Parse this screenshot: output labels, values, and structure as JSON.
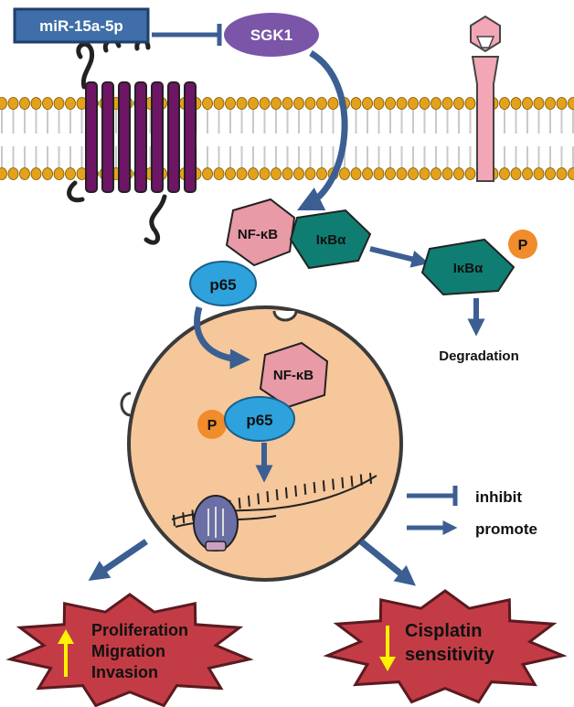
{
  "labels": {
    "mirna": "miR-15a-5p",
    "sgk1": "SGK1",
    "nfkb_top": "NF-κB",
    "ikba_top": "IκBα",
    "p65_top": "p65",
    "ikba_right": "IκBα",
    "p_right": "P",
    "degradation": "Degradation",
    "nfkb_nucleus": "NF-κB",
    "p_nucleus": "P",
    "p65_nucleus": "p65"
  },
  "legend": {
    "inhibit": "inhibit",
    "promote": "promote"
  },
  "outcomes": {
    "left": [
      "Proliferation",
      "Migration",
      "Invasion"
    ],
    "right": [
      "Cisplatin",
      "sensitivity"
    ]
  },
  "colors": {
    "arrow": "#3b5f93",
    "mirna_box": "#3f6ea8",
    "sgk1": "#7b55a8",
    "membrane_head": "#e3a21a",
    "receptor": "#6e1566",
    "nfkb": "#e89aa6",
    "ikba": "#0f7d72",
    "p65": "#2ea2dd",
    "phospho": "#f08c2c",
    "nucleus": "#f6c79a",
    "starburst": "#c33c45",
    "yellow_arrow": "#fff200"
  }
}
